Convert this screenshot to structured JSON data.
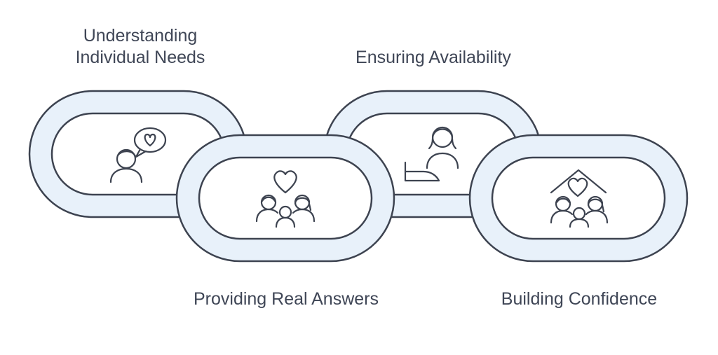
{
  "diagram": {
    "title": "",
    "steps": [
      {
        "id": "understanding",
        "lines": [
          "Understanding",
          "Individual Needs"
        ],
        "icon": "person-with-heart-speech-bubble-icon"
      },
      {
        "id": "answers",
        "lines": [
          "Providing Real Answers"
        ],
        "icon": "family-with-heart-icon"
      },
      {
        "id": "availability",
        "lines": [
          "Ensuring Availability"
        ],
        "icon": "person-at-desk-icon"
      },
      {
        "id": "confidence",
        "lines": [
          "Building Confidence"
        ],
        "icon": "home-with-family-icon"
      }
    ],
    "colors": {
      "link_fill": "#e8f1fa",
      "link_stroke": "#3d4350",
      "text": "#3f4656"
    }
  }
}
